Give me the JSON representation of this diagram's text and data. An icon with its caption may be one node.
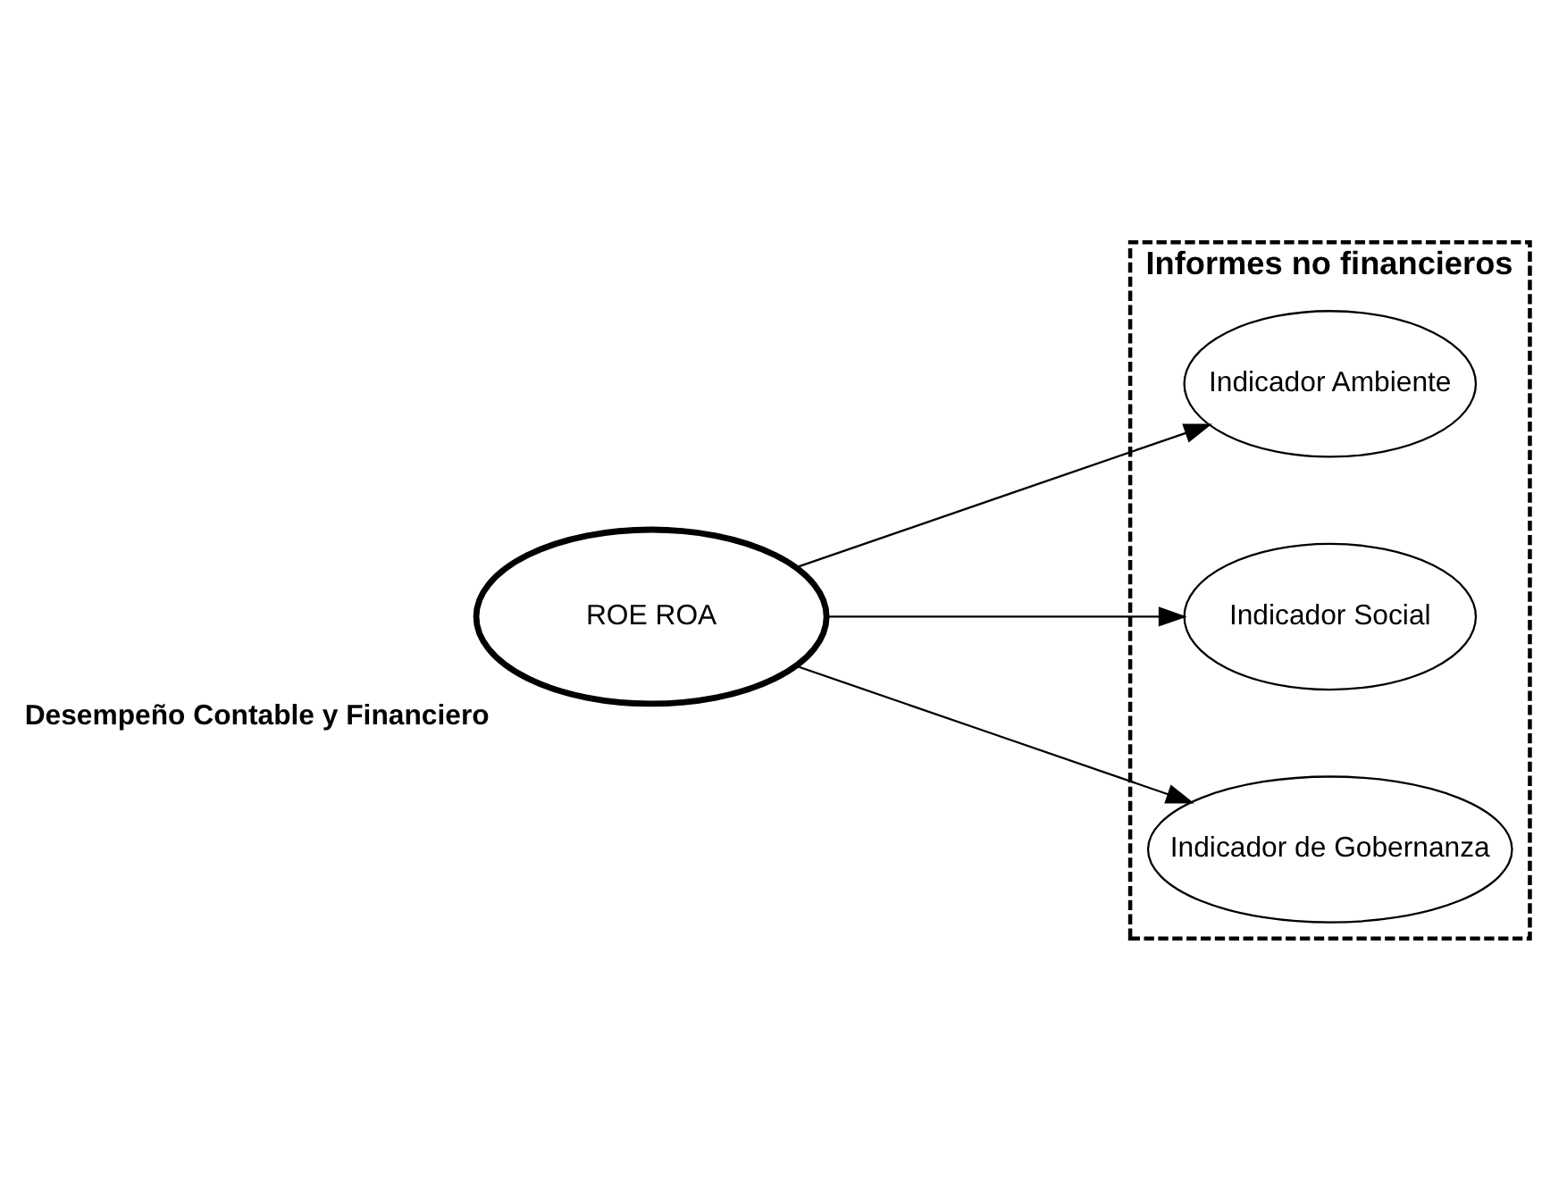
{
  "diagram": {
    "nodes": [
      {
        "text": [
          "Desempeño Contable y Financiero",
          "ROE ROA"
        ]
      },
      {
        "text": [
          "Informes no financieros"
        ]
      },
      {
        "text": [
          "Indicador Ambiente"
        ],
        "in": 1
      },
      {
        "text": [
          "Indicador Social"
        ],
        "in": 1
      },
      {
        "text": [
          "Indicador de Gobernanza"
        ],
        "in": 1
      }
    ],
    "edges": [
      {
        "from": 0,
        "to": 2,
        "arrow": "to"
      },
      {
        "from": 0,
        "to": 3,
        "arrow": "to"
      },
      {
        "from": 0,
        "to": 4,
        "arrow": "to"
      }
    ]
  }
}
